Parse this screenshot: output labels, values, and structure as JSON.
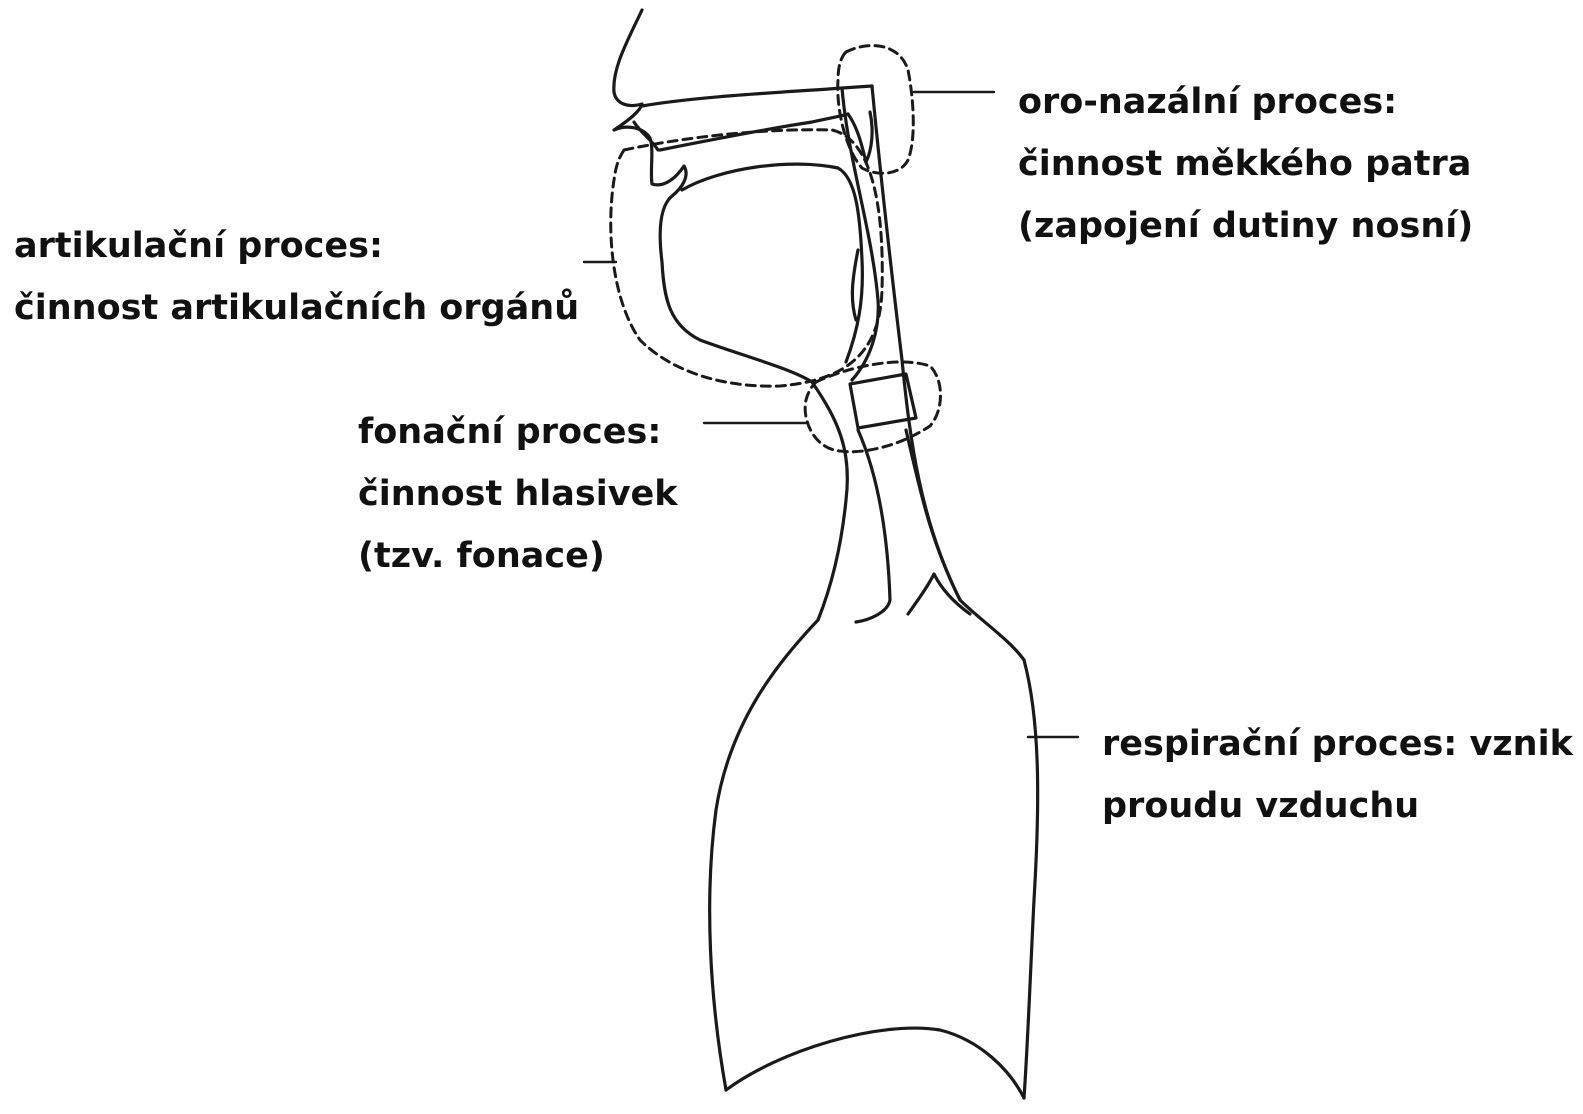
{
  "labels": {
    "oronasal": {
      "line1": "oro-nazální proces:",
      "line2": "činnost měkkého patra",
      "line3": "(zapojení dutiny nosní)"
    },
    "articulation": {
      "line1": "artikulační proces:",
      "line2": "činnost artikulačních orgánů"
    },
    "phonation": {
      "line1": "fonační proces:",
      "line2": "činnost hlasivek",
      "line3": "(tzv. fonace)"
    },
    "respiration": {
      "line1": "respirační proces: vznik",
      "line2": "proudu vzduchu"
    }
  },
  "colors": {
    "ink": "#1a1a1a",
    "text": "#111111",
    "background": "#ffffff"
  }
}
